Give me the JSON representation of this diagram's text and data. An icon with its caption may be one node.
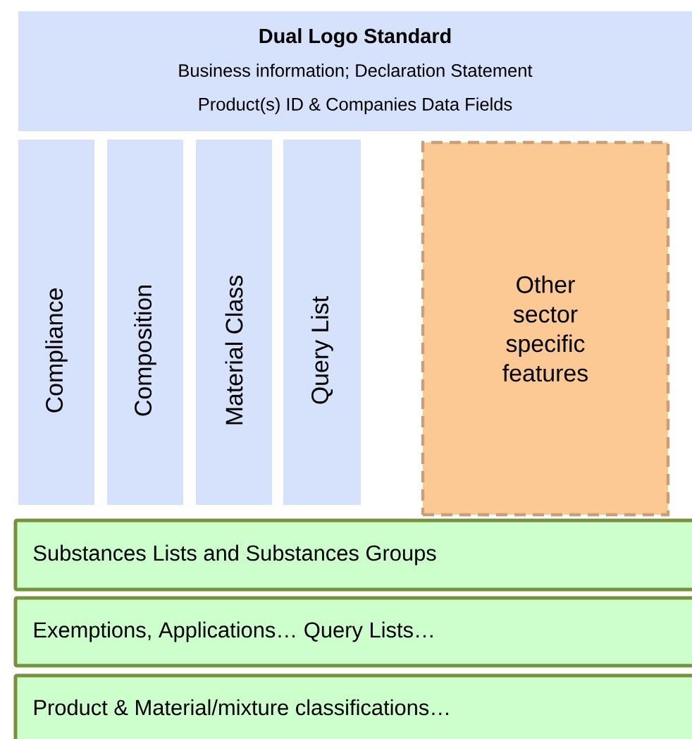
{
  "diagram": {
    "nodes": [
      {
        "text": [
          "Dual Logo Standard",
          "Business information; Declaration Statement",
          "Product(s) ID & Companies Data Fields"
        ]
      },
      {
        "text": [
          "Compliance"
        ]
      },
      {
        "text": [
          "Composition"
        ]
      },
      {
        "text": [
          "Material Class"
        ]
      },
      {
        "text": [
          "Query List"
        ]
      },
      {
        "text": [
          "Other sector specific features"
        ]
      },
      {
        "text": [
          "Substances Lists and Substances Groups"
        ]
      },
      {
        "text": [
          "Exemptions, Applications… Query Lists…"
        ]
      },
      {
        "text": [
          "Product & Material/mixture classifications…"
        ]
      }
    ]
  }
}
